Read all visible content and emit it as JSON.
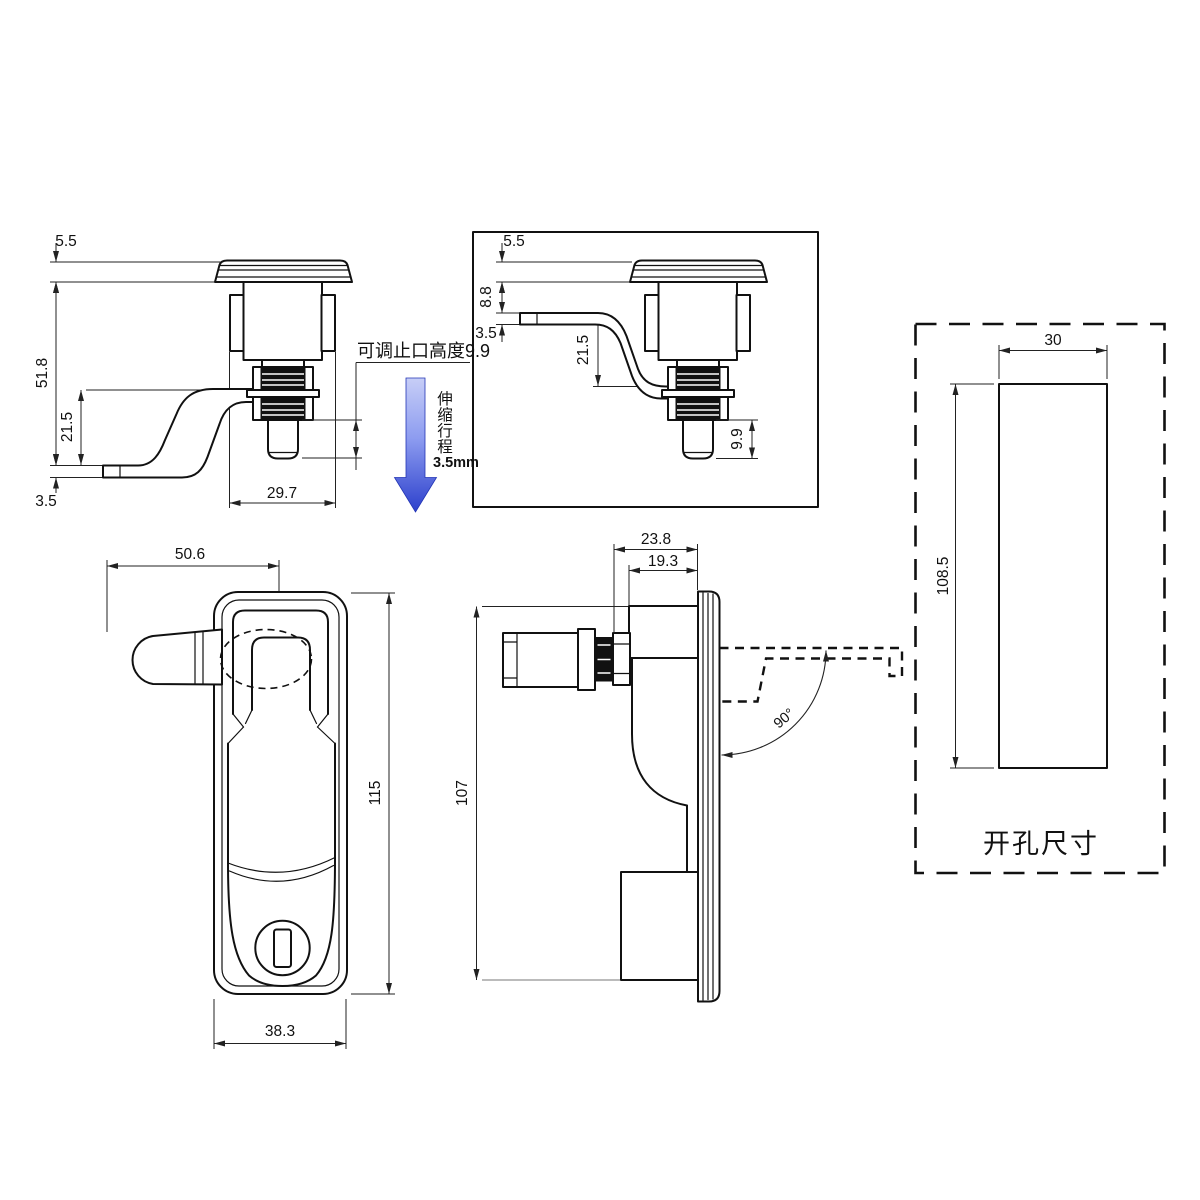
{
  "drawing": {
    "title_hint": "compression latch technical drawing",
    "top_left_view": {
      "cap_height": "5.5",
      "overall_height": "51.8",
      "arm_offset": "21.5",
      "arm_thickness": "3.5",
      "body_width": "29.7",
      "adjust_note": "可调止口高度9.9"
    },
    "stroke_annotation": {
      "chars": [
        "伸",
        "缩",
        "行",
        "程"
      ],
      "value": "3.5mm"
    },
    "top_right_view": {
      "cap_height": "5.5",
      "head_height": "8.8",
      "arm_thickness": "3.5",
      "arm_offset": "21.5",
      "stop_height": "9.9"
    },
    "front_view": {
      "handle_reach": "50.6",
      "body_height": "115",
      "body_width": "38.3"
    },
    "side_view": {
      "total_depth": "23.8",
      "body_depth": "19.3",
      "body_height": "107",
      "open_angle": "90°"
    },
    "cutout_panel": {
      "hole_width": "30",
      "hole_height": "108.5",
      "caption": "开孔尺寸"
    }
  },
  "colors": {
    "background": "#ffffff",
    "line": "#111111",
    "dimension": "#222222",
    "arrow_gradient_top": "#c7cef7",
    "arrow_gradient_mid": "#8d9cf0",
    "arrow_gradient_bottom": "#2c40cc"
  }
}
